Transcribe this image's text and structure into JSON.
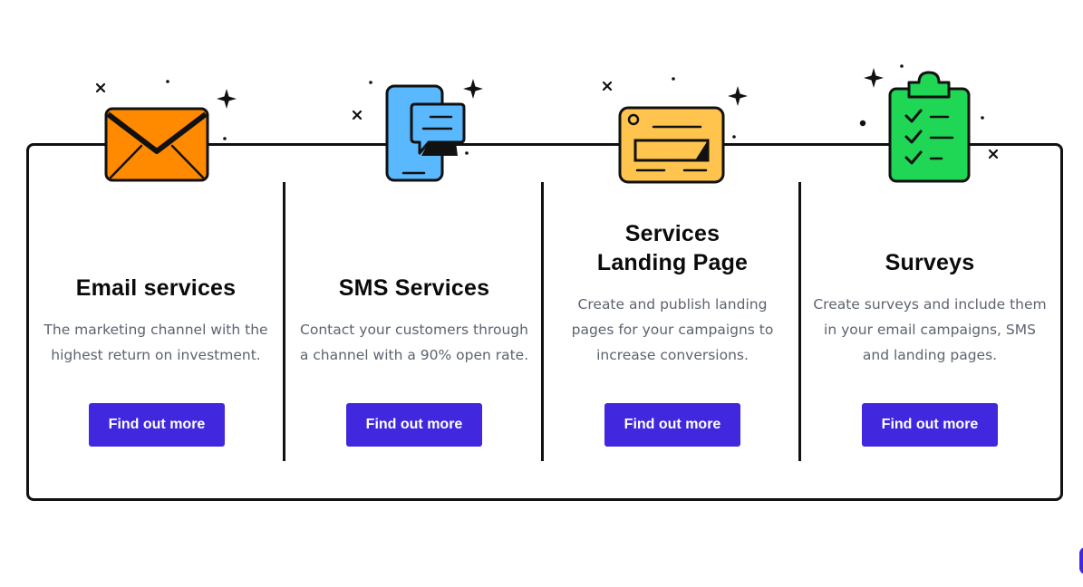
{
  "colors": {
    "accent": "#4128df",
    "outline": "#111111",
    "email_icon": "#ff8a00",
    "sms_icon": "#5ab8ff",
    "landing_icon": "#ffc44d",
    "survey_icon": "#1fd655"
  },
  "services": [
    {
      "icon": "envelope-icon",
      "title_lines": [
        "Email services"
      ],
      "description": "The marketing channel with the highest return on investment.",
      "button": "Find out more"
    },
    {
      "icon": "phone-chat-icon",
      "title_lines": [
        "SMS Services"
      ],
      "description": "Contact your customers through a channel with a 90% open rate.",
      "button": "Find out more"
    },
    {
      "icon": "landing-page-icon",
      "title_lines": [
        "Services",
        "Landing Page"
      ],
      "description": "Create and publish landing pages for your campaigns to increase conversions.",
      "button": "Find out more"
    },
    {
      "icon": "clipboard-checklist-icon",
      "title_lines": [
        "Surveys"
      ],
      "description": "Create surveys and include them in your email campaigns, SMS and landing pages.",
      "button": "Find out more"
    }
  ]
}
